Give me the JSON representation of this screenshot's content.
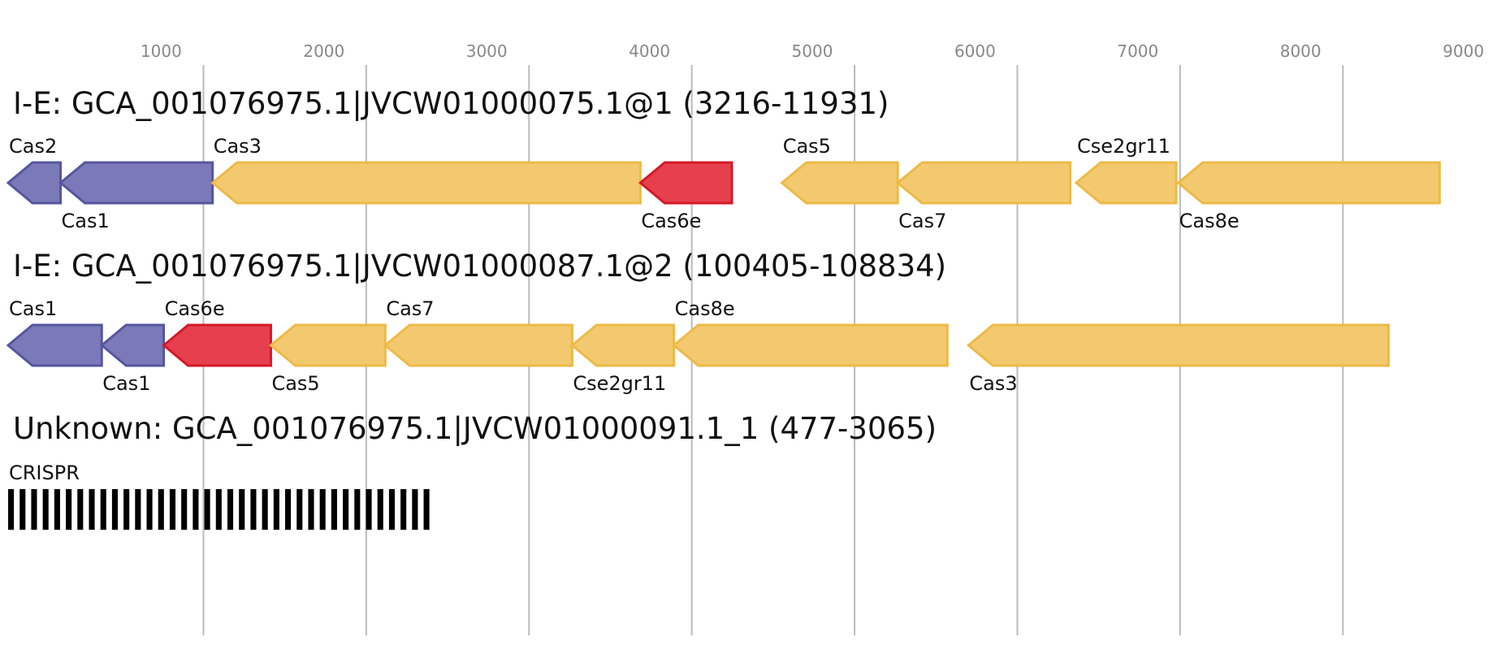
{
  "axis": {
    "ticks": [
      1000,
      2000,
      3000,
      4000,
      5000,
      6000,
      7000,
      8000,
      9000
    ]
  },
  "colors": {
    "adaptation": {
      "fill": "#7a7ab8",
      "stroke": "#5555a0"
    },
    "interference": {
      "fill": "#f2c96e",
      "stroke": "#eeb945"
    },
    "cas6e": {
      "fill": "#e6404f",
      "stroke": "#d41827"
    },
    "crispr": "#000000"
  },
  "tracks": [
    {
      "title": "I-E: GCA_001076975.1|JVCW01000075.1@1 (3216-11931)",
      "genes": [
        {
          "label": "Cas2",
          "start": 0,
          "end": 322,
          "strand": "-",
          "class": "adaptation",
          "label_pos": "above"
        },
        {
          "label": "Cas1",
          "start": 322,
          "end": 1256,
          "strand": "-",
          "class": "adaptation",
          "label_pos": "below"
        },
        {
          "label": "Cas3",
          "start": 1256,
          "end": 3884,
          "strand": "-",
          "class": "interference",
          "label_pos": "above"
        },
        {
          "label": "Cas6e",
          "start": 3884,
          "end": 4446,
          "strand": "-",
          "class": "cas6e",
          "label_pos": "below"
        },
        {
          "label": "Cas5",
          "start": 4754,
          "end": 5465,
          "strand": "-",
          "class": "interference",
          "label_pos": "above"
        },
        {
          "label": "Cas7",
          "start": 5465,
          "end": 6525,
          "strand": "-",
          "class": "interference",
          "label_pos": "below"
        },
        {
          "label": "Cse2gr11",
          "start": 6562,
          "end": 7176,
          "strand": "-",
          "class": "interference",
          "label_pos": "above"
        },
        {
          "label": "Cas8e",
          "start": 7189,
          "end": 8794,
          "strand": "-",
          "class": "interference",
          "label_pos": "below"
        }
      ]
    },
    {
      "title": "I-E: GCA_001076975.1|JVCW01000087.1@2 (100405-108834)",
      "genes": [
        {
          "label": "Cas1",
          "start": 0,
          "end": 575,
          "strand": "-",
          "class": "adaptation",
          "label_pos": "above"
        },
        {
          "label": "Cas1",
          "start": 575,
          "end": 956,
          "strand": "-",
          "class": "adaptation",
          "label_pos": "below"
        },
        {
          "label": "Cas6e",
          "start": 956,
          "end": 1614,
          "strand": "-",
          "class": "cas6e",
          "label_pos": "above"
        },
        {
          "label": "Cas5",
          "start": 1614,
          "end": 2317,
          "strand": "-",
          "class": "interference",
          "label_pos": "below"
        },
        {
          "label": "Cas7",
          "start": 2317,
          "end": 3465,
          "strand": "-",
          "class": "interference",
          "label_pos": "above"
        },
        {
          "label": "Cse2gr11",
          "start": 3465,
          "end": 4090,
          "strand": "-",
          "class": "interference",
          "label_pos": "below"
        },
        {
          "label": "Cas8e",
          "start": 4090,
          "end": 5770,
          "strand": "-",
          "class": "interference",
          "label_pos": "above"
        },
        {
          "label": "Cas3",
          "start": 5900,
          "end": 8480,
          "strand": "-",
          "class": "interference",
          "label_pos": "below"
        }
      ]
    },
    {
      "title": "Unknown: GCA_001076975.1|JVCW01000091.1_1 (477-3065)",
      "crispr": {
        "label": "CRISPR",
        "start": 0,
        "end": 2588,
        "repeats": 37
      }
    }
  ]
}
